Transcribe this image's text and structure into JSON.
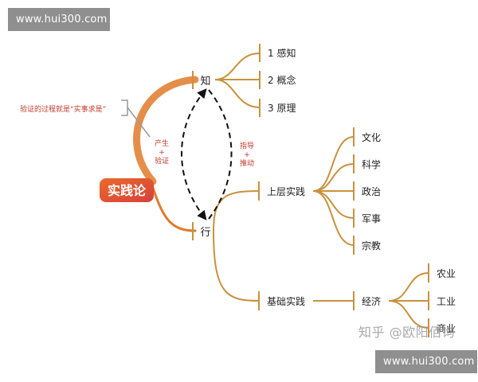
{
  "watermark_top": "www.hui300.com",
  "watermark_bottom": "www.hui300.com",
  "attribution": "知乎 @欧阳佰询",
  "colors": {
    "branch": "#c8913c",
    "root": "#d7403a",
    "root_grad": "#ea6a2c",
    "annotation": "#c0392b",
    "text": "#222222"
  },
  "diagram": {
    "root": "实践论",
    "know": {
      "label": "知",
      "children": [
        "1 感知",
        "2 概念",
        "3 原理"
      ]
    },
    "practice": {
      "label": "行",
      "upper": {
        "label": "上层实践",
        "children": [
          "文化",
          "科学",
          "政治",
          "军事",
          "宗教"
        ]
      },
      "base": {
        "label": "基础实践",
        "children": [
          {
            "label": "经济",
            "children": [
              "农业",
              "工业",
              "商业"
            ]
          }
        ]
      }
    },
    "annotations": {
      "verify": "验证的过程就是“实事求是”",
      "produce_verify": [
        "产生",
        "+",
        "验证"
      ],
      "guide_drive": [
        "指导",
        "+",
        "推动"
      ]
    }
  }
}
